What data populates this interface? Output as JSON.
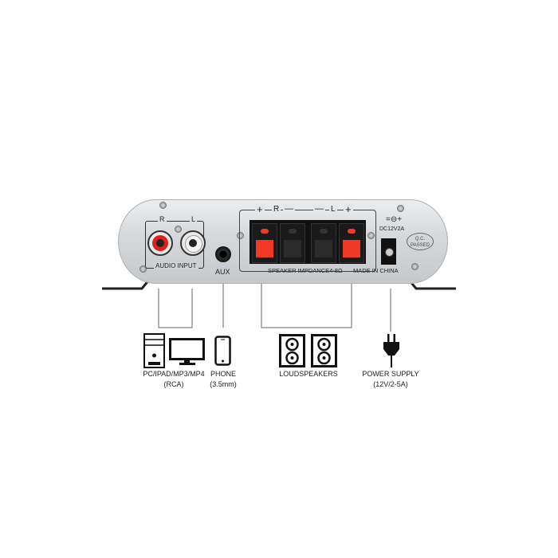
{
  "panel": {
    "audio_input": {
      "r_label": "R",
      "l_label": "L",
      "label": "AUDIO INPUT"
    },
    "aux_label": "AUX",
    "speaker_terminals": {
      "plus_r": "+",
      "r_label": "R",
      "minus_r": "—",
      "minus_l": "—",
      "l_label": "L",
      "plus_l": "+",
      "impedance": "SPEAKER IMPDANCE4-8Ω"
    },
    "dc_label": "DC12V2A",
    "made_in": "MADE IN CHINA",
    "qc_badge": {
      "line1": "Q.C.",
      "line2": "PASSED"
    }
  },
  "devices": [
    {
      "label": "PC/IPAD/MP3/MP4",
      "sub": "(RCA)"
    },
    {
      "label": "PHONE",
      "sub": "(3.5mm)"
    },
    {
      "label": "LOUDSPEAKERS"
    },
    {
      "label": "POWER SUPPLY",
      "sub": "(12V/2-5A)"
    }
  ],
  "colors": {
    "terminal_red": "#f03a28",
    "panel": "#d5d8db"
  }
}
